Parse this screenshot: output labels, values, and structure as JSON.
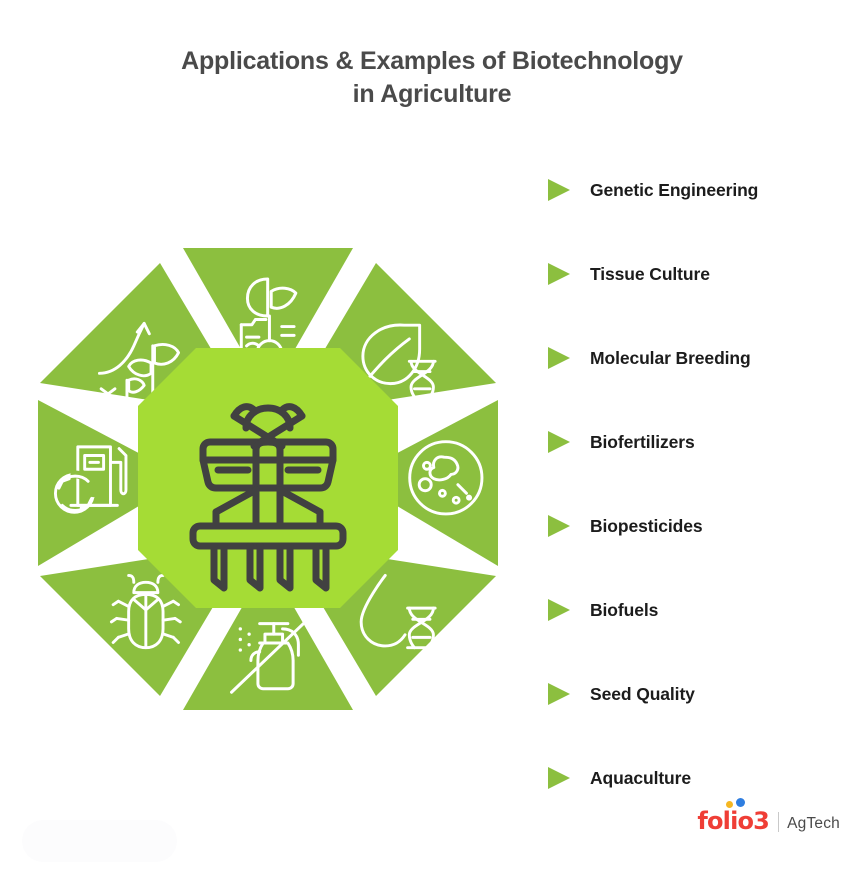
{
  "title": {
    "line1": "Applications & Examples of Biotechnology",
    "line2": "in Agriculture"
  },
  "colors": {
    "petal": "#8CBF3F",
    "center": "#A5DC35",
    "center_icon": "#414141",
    "petal_icon": "#FFFFFF",
    "title_text": "#4A4A4A",
    "legend_text": "#1C1C1C",
    "arrow": "#8CBF3F",
    "logo_red": "#EF3E36",
    "logo_yellow": "#F5B722",
    "logo_blue": "#2F7EE0",
    "background": "#FFFFFF"
  },
  "diagram": {
    "center_icon_name": "agricultural-seeder-implement-icon",
    "petals": [
      {
        "position": "top",
        "icon": "seedling-in-soil-icon",
        "topic": "Genetic Engineering"
      },
      {
        "position": "top-right",
        "icon": "leaf-with-dna-icon",
        "topic": "Tissue Culture"
      },
      {
        "position": "right",
        "icon": "petri-dish-bacteria-icon",
        "topic": "Molecular Breeding"
      },
      {
        "position": "bottom-right",
        "icon": "water-drop-with-dna-icon",
        "topic": "Biofertilizers"
      },
      {
        "position": "bottom",
        "icon": "spray-bottle-icon",
        "topic": "Biopesticides"
      },
      {
        "position": "bottom-left",
        "icon": "beetle-insect-icon",
        "topic": "Biofuels"
      },
      {
        "position": "left",
        "icon": "fuel-pump-recycle-icon",
        "topic": "Seed Quality"
      },
      {
        "position": "top-left",
        "icon": "plant-growth-arrow-icon",
        "topic": "Aquaculture"
      }
    ]
  },
  "legend": {
    "items": [
      {
        "label": "Genetic Engineering"
      },
      {
        "label": "Tissue Culture"
      },
      {
        "label": "Molecular Breeding"
      },
      {
        "label": "Biofertilizers"
      },
      {
        "label": "Biopesticides"
      },
      {
        "label": "Biofuels"
      },
      {
        "label": "Seed Quality"
      },
      {
        "label": "Aquaculture"
      }
    ]
  },
  "logo": {
    "brand": "folio3",
    "product": "AgTech"
  }
}
